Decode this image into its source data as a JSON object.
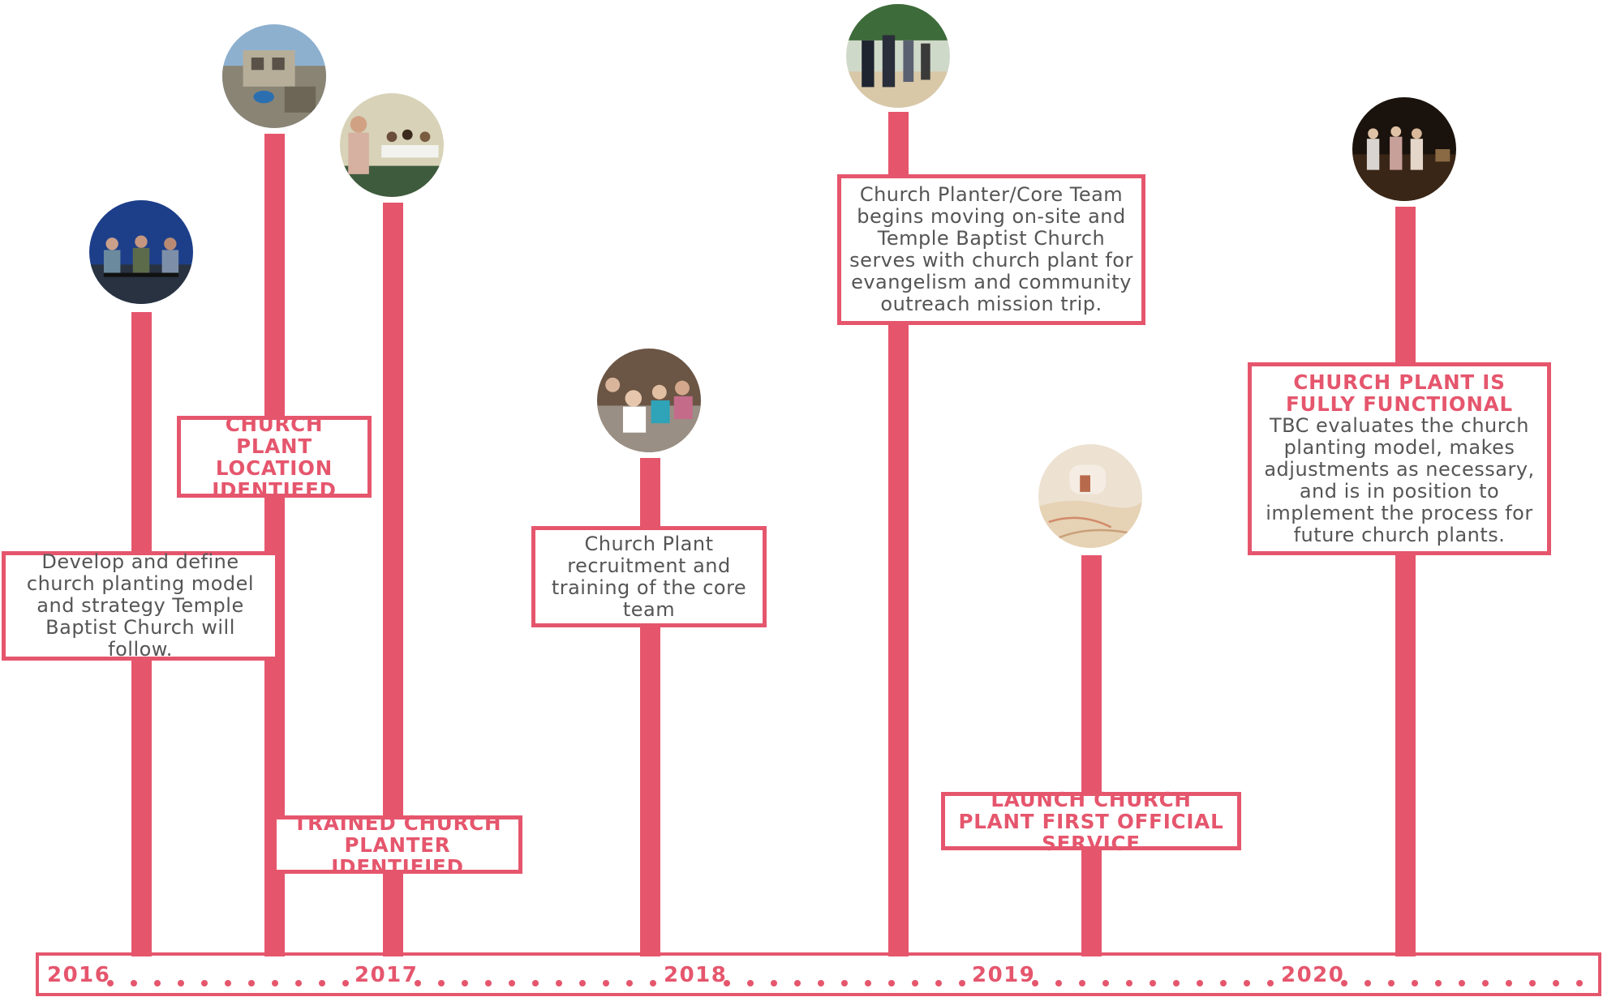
{
  "accent_color": "#e5566d",
  "milestones": [
    {
      "photo": "panel-discussion-photo",
      "title": "",
      "text": "Develop and define church planting model and strategy Temple Baptist Church will follow."
    },
    {
      "photo": "building-construction-photo",
      "title": "CHURCH PLANT LOCATION IDENTIFED",
      "text": ""
    },
    {
      "photo": "presenter-meeting-photo",
      "title": "TRAINED CHURCH PLANTER IDENTIFIED",
      "text": ""
    },
    {
      "photo": "classroom-training-photo",
      "title": "",
      "text": "Church Plant recruitment and training of the core team"
    },
    {
      "photo": "mission-team-walking-photo",
      "title": "",
      "text": "Church Planter/Core Team begins moving on-site and Temple Baptist Church serves with church plant for evangelism and community outreach mission trip."
    },
    {
      "photo": "map-planning-photo",
      "title": "LAUNCH CHURCH PLANT FIRST OFFICIAL SERVICE",
      "text": ""
    },
    {
      "photo": "worship-stage-photo",
      "title": "CHURCH PLANT IS FULLY FUNCTIONAL",
      "text": "TBC evaluates the church planting model, makes adjustments as necessary, and is in position to implement the process for future church plants."
    }
  ],
  "years": [
    "2016",
    "2017",
    "2018",
    "2019",
    "2020"
  ]
}
